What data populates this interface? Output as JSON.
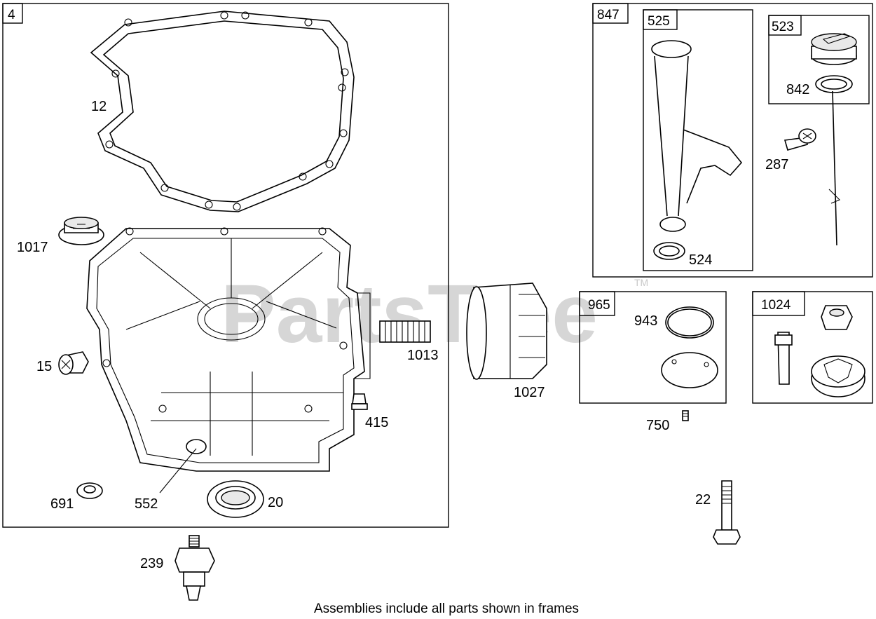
{
  "watermark": {
    "text": "PartsTree",
    "trademark": "TM"
  },
  "caption": "Assemblies include all parts shown in frames",
  "frames": {
    "main": "4",
    "dipstick_group": "847",
    "tube": "525",
    "cap": "523",
    "pump_cover": "965",
    "rotor": "1024"
  },
  "parts": {
    "gasket": "12",
    "breather": "1017",
    "plug": "15",
    "fitting_1013": "1013",
    "pin_415": "415",
    "washer_691": "691",
    "tube_552": "552",
    "seal": "20",
    "oil_filter": "1027",
    "o_ring_943": "943",
    "screw_750": "750",
    "dipstick_oring": "524",
    "cap_oring": "842",
    "screw_287": "287",
    "bolt": "22",
    "oil_switch": "239"
  }
}
